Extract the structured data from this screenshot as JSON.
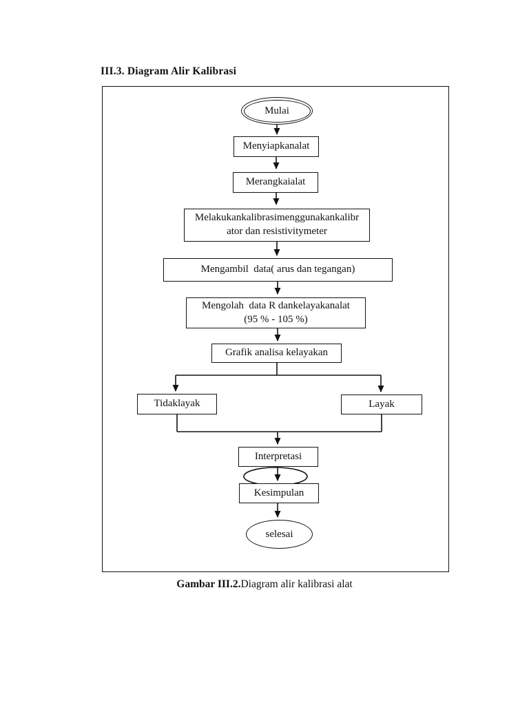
{
  "document": {
    "heading": "III.3. Diagram Alir Kalibrasi",
    "caption": {
      "label": "Gambar III.2.",
      "text": "Diagram alir kalibrasi alat"
    }
  },
  "flowchart": {
    "start": {
      "label": "Mulai"
    },
    "prepare": {
      "label": "Menyiapkanalat"
    },
    "assemble": {
      "label": "Merangkaialat"
    },
    "calibrate": {
      "line1": "Melakukankalibrasimenggunakankalibr",
      "line2": "ator dan resistivitymeter"
    },
    "collect": {
      "label": "Mengambil  data( arus dan tegangan)"
    },
    "process": {
      "line1": "Mengolah  data R dankelayakanalat",
      "line2": "(95 % - 105 %)"
    },
    "graph": {
      "label": "Grafik analisa kelayakan"
    },
    "not_feasible": {
      "label": "Tidaklayak"
    },
    "feasible": {
      "label": "Layak"
    },
    "interpret": {
      "label": "Interpretasi"
    },
    "conclusion": {
      "label": "Kesimpulan"
    },
    "end": {
      "label": "selesai"
    },
    "colors": {
      "ink": "#111111",
      "background": "#ffffff"
    }
  }
}
